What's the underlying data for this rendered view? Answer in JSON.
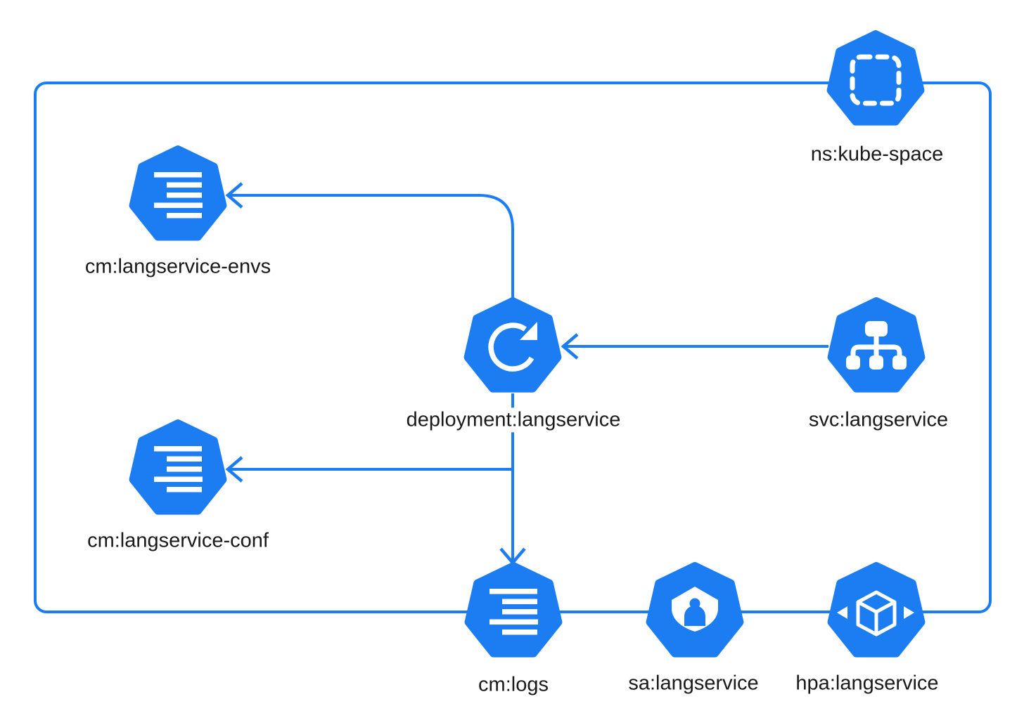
{
  "colors": {
    "accent": "#1C7DF2",
    "glyph": "#FFFFFF",
    "text": "#1A1A1A",
    "background": "#FFFFFF"
  },
  "diagram": {
    "type": "kubernetes-resource-graph",
    "namespace_boundary_label": "ns:kube-space",
    "nodes": {
      "ns": {
        "label": "ns:kube-space",
        "kind": "Namespace",
        "icon": "namespace-icon"
      },
      "cm_envs": {
        "label": "cm:langservice-envs",
        "kind": "ConfigMap",
        "icon": "configmap-icon"
      },
      "deployment": {
        "label": "deployment:langservice",
        "kind": "Deployment",
        "icon": "deployment-icon"
      },
      "svc": {
        "label": "svc:langservice",
        "kind": "Service",
        "icon": "service-icon"
      },
      "cm_conf": {
        "label": "cm:langservice-conf",
        "kind": "ConfigMap",
        "icon": "configmap-icon"
      },
      "cm_logs": {
        "label": "cm:logs",
        "kind": "ConfigMap",
        "icon": "configmap-icon"
      },
      "sa": {
        "label": "sa:langservice",
        "kind": "ServiceAccount",
        "icon": "serviceaccount-icon"
      },
      "hpa": {
        "label": "hpa:langservice",
        "kind": "HorizontalPodAutoscaler",
        "icon": "hpa-icon"
      }
    },
    "edges": [
      {
        "from": "deployment:langservice",
        "to": "cm:langservice-envs"
      },
      {
        "from": "svc:langservice",
        "to": "deployment:langservice"
      },
      {
        "from": "deployment:langservice",
        "to": "cm:langservice-conf"
      },
      {
        "from": "deployment:langservice",
        "to": "cm:logs"
      }
    ]
  }
}
